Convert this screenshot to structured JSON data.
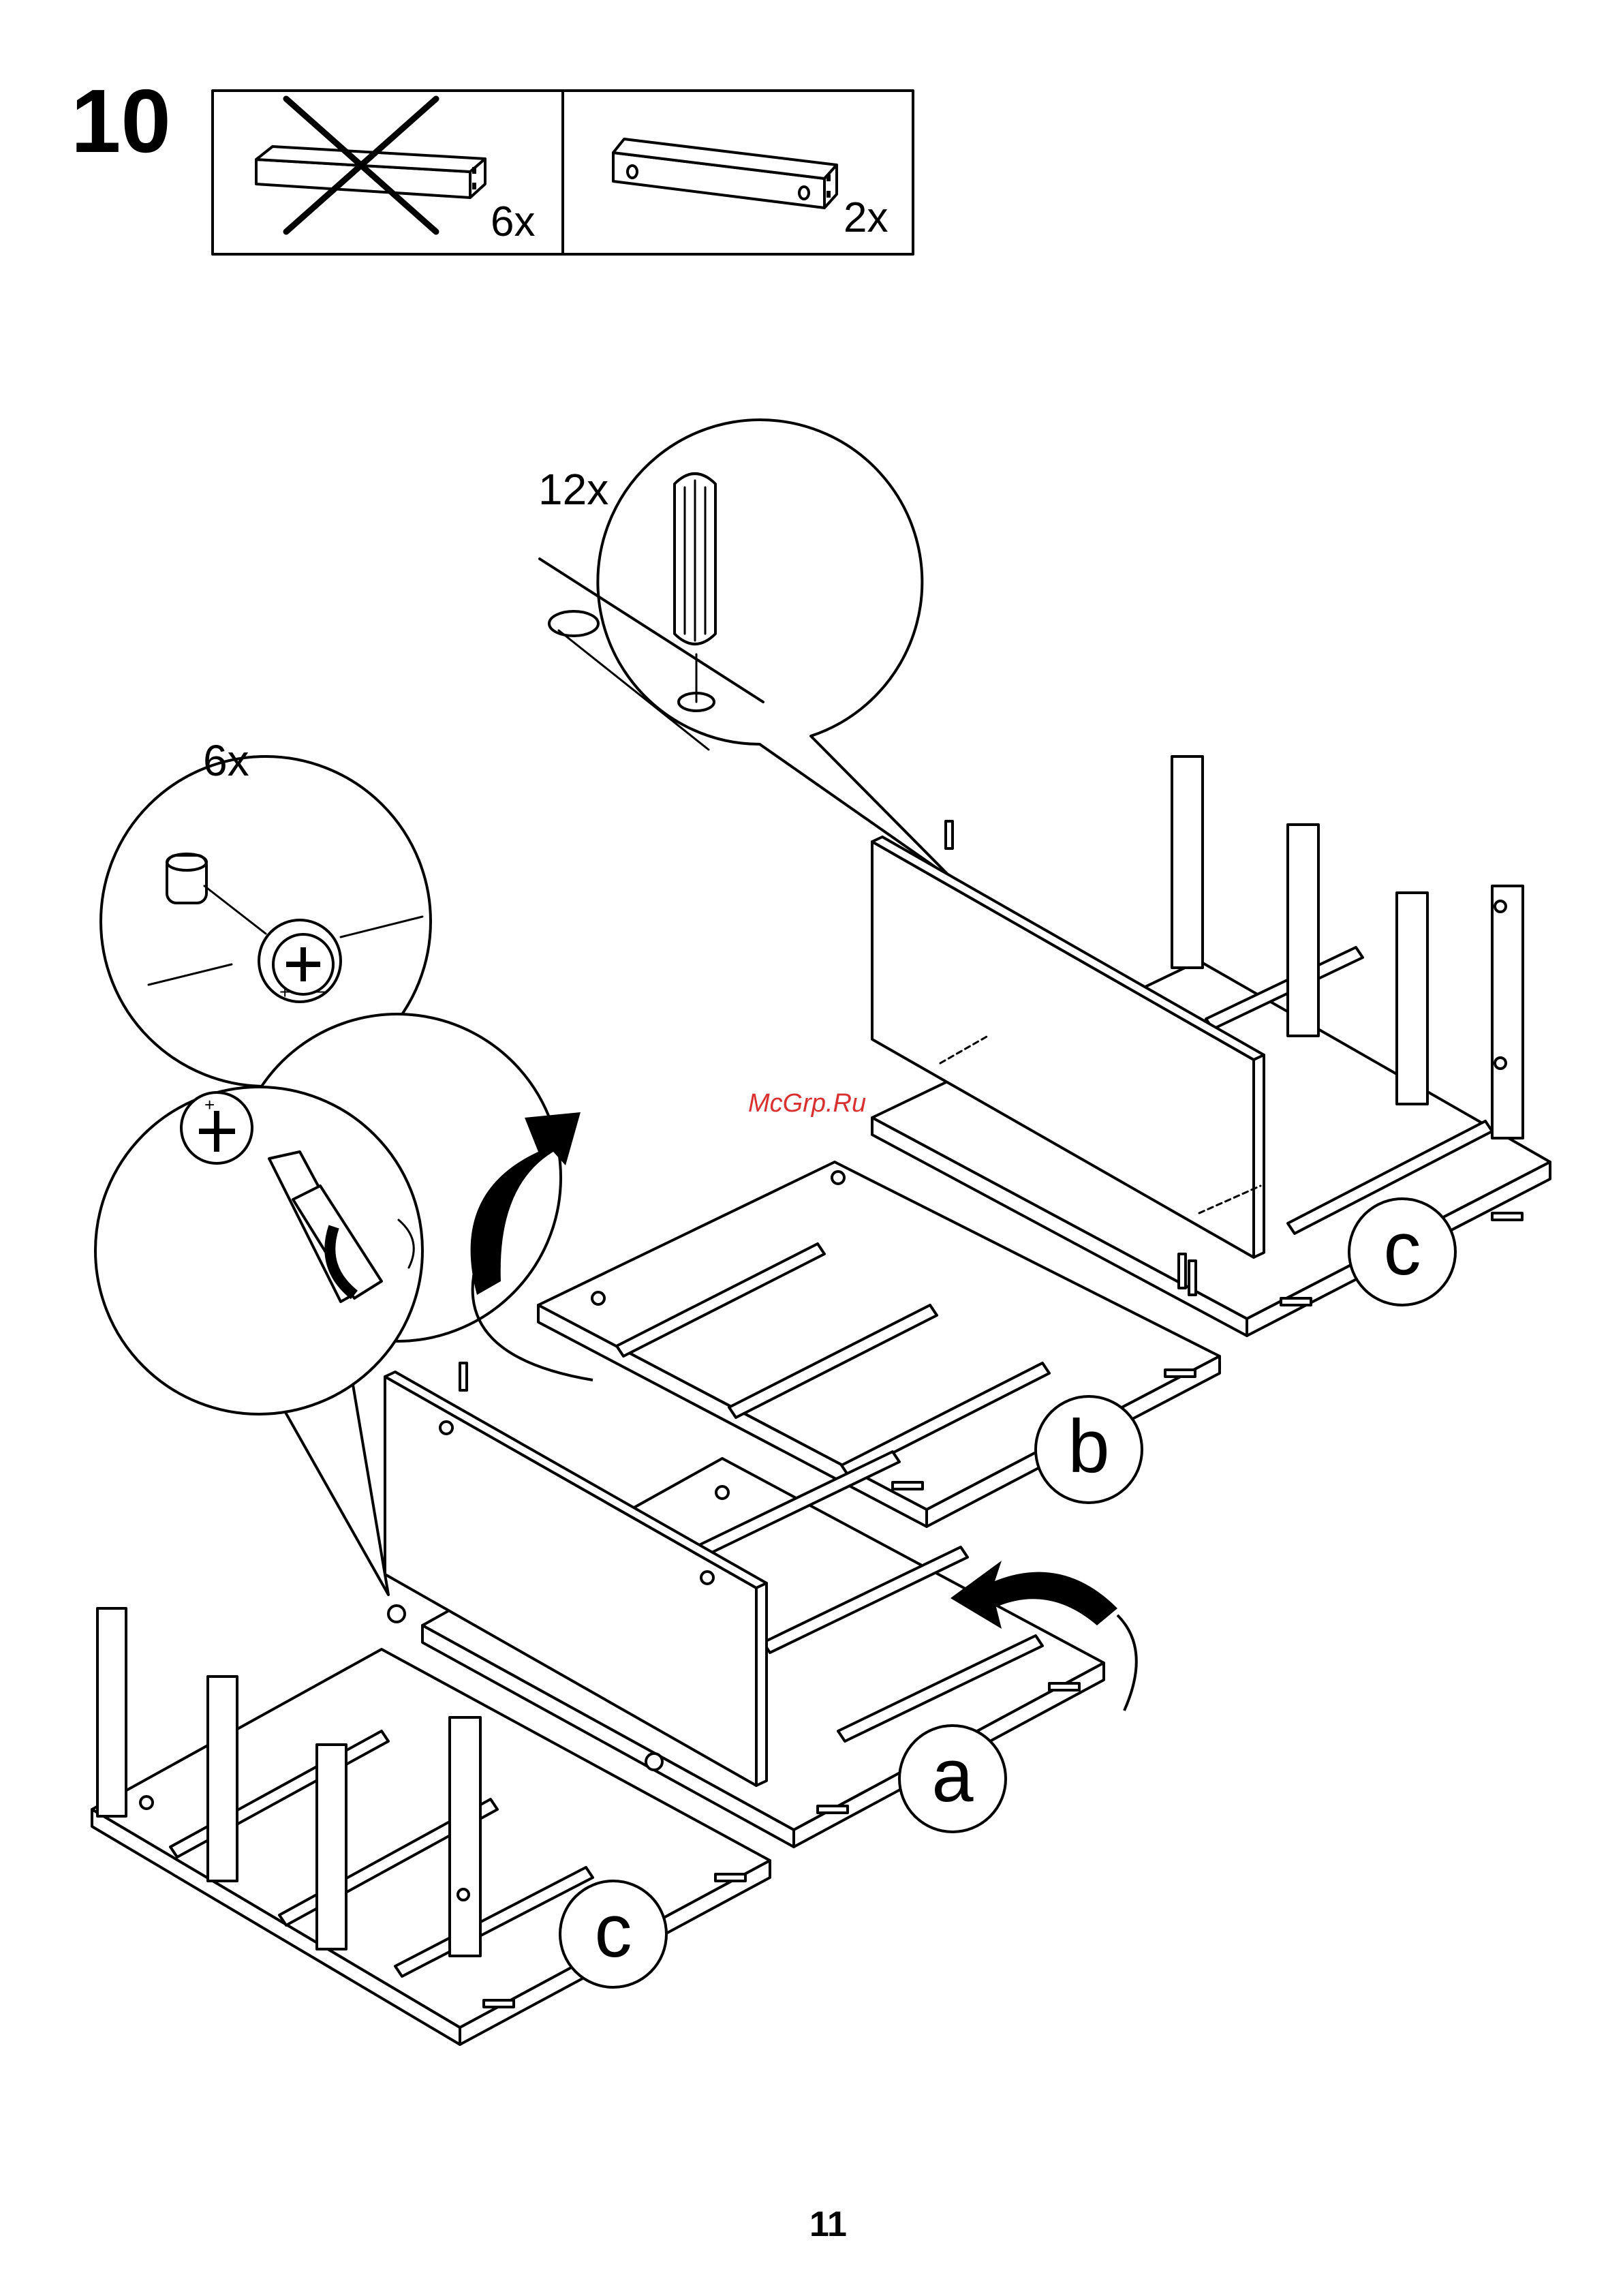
{
  "step": {
    "number": "10"
  },
  "parts_box": {
    "items": [
      {
        "qty": "6x",
        "crossed": true,
        "icon": "rail-crossed-icon"
      },
      {
        "qty": "2x",
        "crossed": false,
        "icon": "connector-plate-icon"
      }
    ]
  },
  "callouts": {
    "dowel": {
      "qty": "12x",
      "icon": "wooden-dowel-icon"
    },
    "cam_lock": {
      "qty": "6x",
      "icon": "cam-lock-icon"
    }
  },
  "panel_labels": {
    "a": "a",
    "b": "b",
    "c_top": "c",
    "c_bottom": "c"
  },
  "watermark": "McGrp.Ru",
  "page": {
    "number": "11"
  }
}
